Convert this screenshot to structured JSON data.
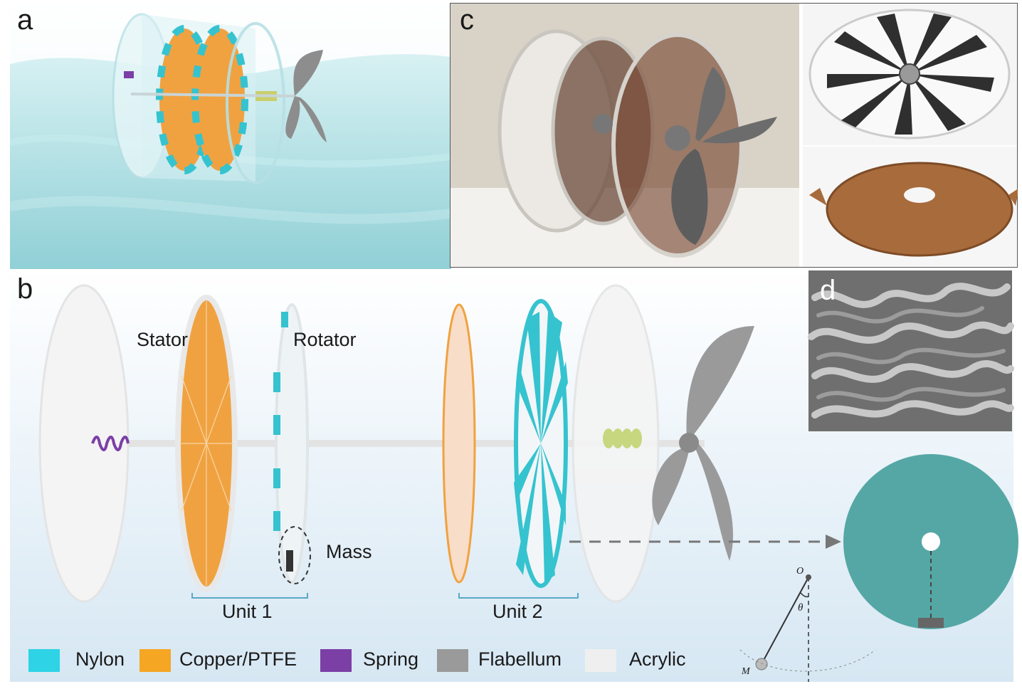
{
  "panels": {
    "a": "a",
    "b": "b",
    "c": "c",
    "d": "d"
  },
  "labels": {
    "stator": "Stator",
    "rotator": "Rotator",
    "mass": "Mass",
    "unit1": "Unit 1",
    "unit2": "Unit 2",
    "pendulum_o": "O",
    "pendulum_theta": "θ",
    "pendulum_m": "M"
  },
  "legend": [
    {
      "label": "Nylon",
      "color": "#2ed3e6"
    },
    {
      "label": "Copper/PTFE",
      "color": "#f5a623"
    },
    {
      "label": "Spring",
      "color": "#7b3fa6"
    },
    {
      "label": "Flabellum",
      "color": "#9a9a9a"
    },
    {
      "label": "Acrylic",
      "color": "#efefef"
    }
  ],
  "colors": {
    "nylon": "#35c3cf",
    "copper": "#f0a241",
    "rotator_disc": "#55a7a5",
    "acrylic": "#f2f2f2",
    "water": "#a9dde2",
    "background_b": "#e3eef6"
  }
}
